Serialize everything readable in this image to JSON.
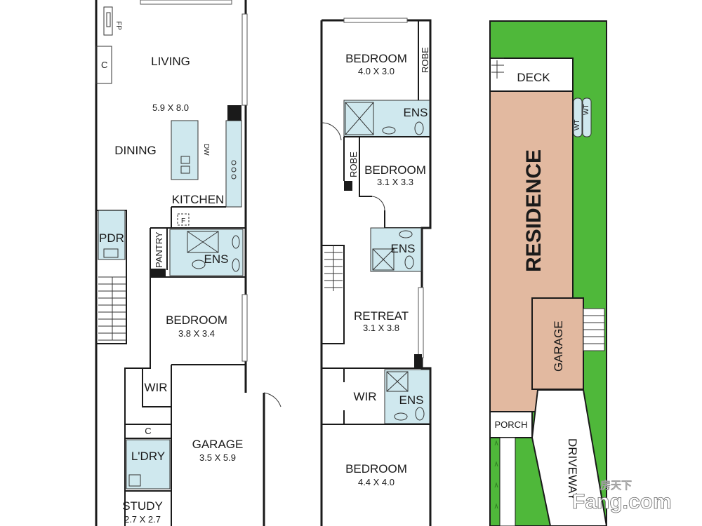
{
  "ground_floor": {
    "living": {
      "name": "LIVING",
      "dim": "5.9 X 8.0"
    },
    "dining": "DINING",
    "kitchen": "KITCHEN",
    "fp": "FP",
    "c1": "C",
    "dw": "DW",
    "f": "F",
    "pdr": "PDR",
    "pantry": "PANTRY",
    "ens": "ENS",
    "bedroom": {
      "name": "BEDROOM",
      "dim": "3.8 X 3.4"
    },
    "wir": "WIR",
    "c2": "C",
    "laundry": "L'DRY",
    "garage": {
      "name": "GARAGE",
      "dim": "3.5 X 5.9"
    },
    "study": {
      "name": "STUDY",
      "dim": "2.7 X 2.7"
    }
  },
  "first_floor": {
    "bedroom1": {
      "name": "BEDROOM",
      "dim": "4.0 X 3.0"
    },
    "robe1": "ROBE",
    "ens1": "ENS",
    "robe2": "ROBE",
    "bedroom2": {
      "name": "BEDROOM",
      "dim": "3.1 X 3.3"
    },
    "ens2": "ENS",
    "retreat": {
      "name": "RETREAT",
      "dim": "3.1 X 3.8"
    },
    "wir": "WIR",
    "ens3": "ENS",
    "bedroom3": {
      "name": "BEDROOM",
      "dim": "4.4 X 4.0"
    }
  },
  "site_plan": {
    "deck": "DECK",
    "wt1": "WT",
    "wt2": "WT",
    "residence": "RESIDENCE",
    "garage": "GARAGE",
    "porch": "PORCH",
    "driveway": "DRIVEWAY"
  },
  "watermark": {
    "cn": "房天下",
    "brand": "Fang.com"
  },
  "colors": {
    "lawn": "#4fb83a",
    "residence": "#e2b9a0",
    "wet_area": "#cfe8ee",
    "wall": "#1a1a1a"
  }
}
